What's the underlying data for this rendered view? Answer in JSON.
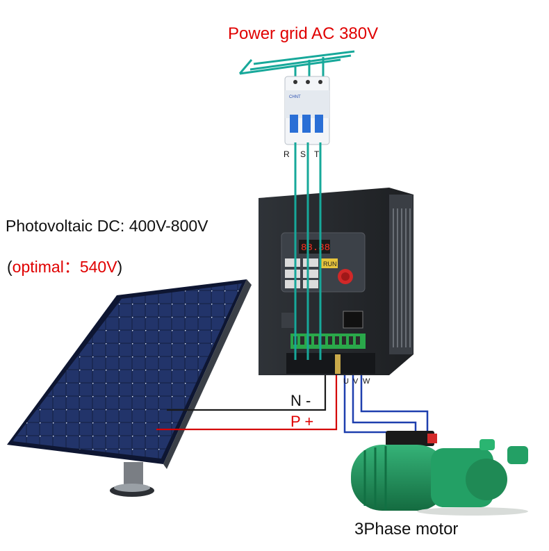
{
  "diagram": {
    "grid_label": "Power grid AC 380V",
    "pv_label": "Photovoltaic DC: 400V-800V",
    "optimal_open": "(",
    "optimal_text": "optimal：540V",
    "optimal_close": ")",
    "phase_r": "R",
    "phase_s": "S",
    "phase_t": "T",
    "neg_label": "N -",
    "pos_label": "P +",
    "term_u": "U",
    "term_v": "V",
    "term_w": "W",
    "run_label": "RUN",
    "motor_label": "3Phase motor",
    "breaker_brand": "CHNT"
  },
  "colors": {
    "title_red": "#e00000",
    "grid_wire": "#17a89a",
    "dc_black": "#1a1a1a",
    "dc_red": "#d40000",
    "motor_wire": "#1e3fae",
    "motor_green": "#1f8a55",
    "panel_blue": "#1b2a55",
    "inverter_body": "#24272b"
  }
}
